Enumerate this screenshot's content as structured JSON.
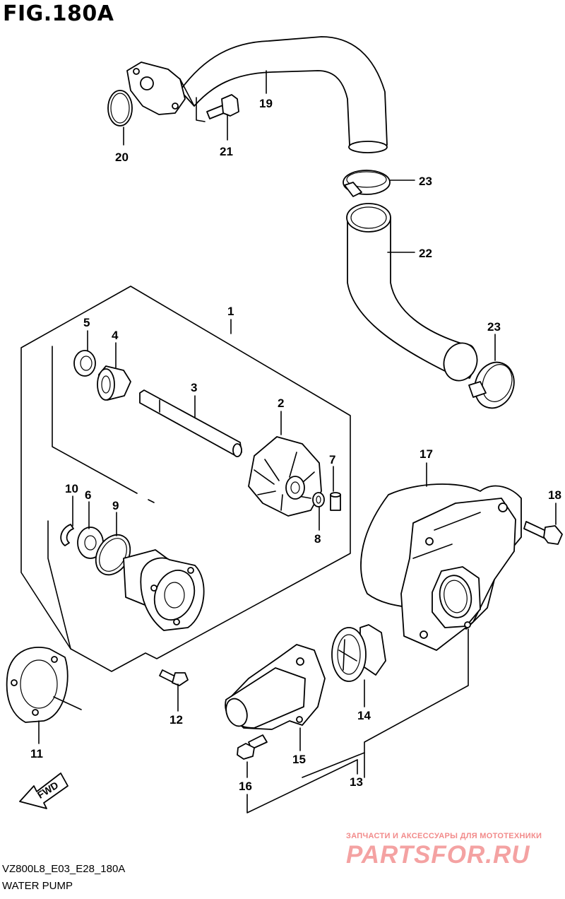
{
  "figure": {
    "title": "FIG.180A",
    "code": "VZ800L8_E03_E28_180A",
    "name": "WATER PUMP"
  },
  "arrow_label": "FWD",
  "callouts": [
    "1",
    "2",
    "3",
    "4",
    "5",
    "6",
    "7",
    "8",
    "9",
    "10",
    "11",
    "12",
    "13",
    "14",
    "15",
    "16",
    "17",
    "18",
    "19",
    "20",
    "21",
    "22",
    "23",
    "23"
  ],
  "watermark": {
    "line1": "ЗАПЧАСТИ И АКСЕССУАРЫ ДЛЯ МОТОТЕХНИКИ",
    "line2": "PARTSFOR.RU"
  }
}
